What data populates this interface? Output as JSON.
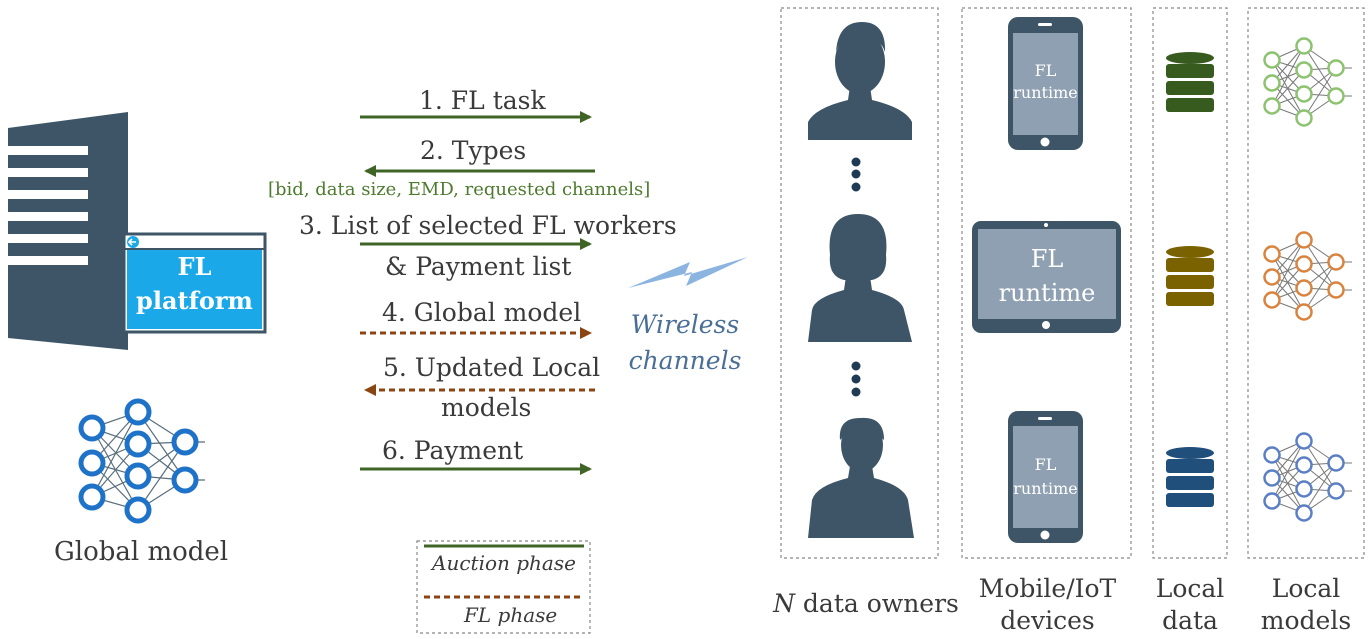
{
  "server": {
    "platform_label_line1": "FL",
    "platform_label_line2": "platform",
    "global_model_label": "Global model"
  },
  "messages": {
    "m1": "1. FL task",
    "m2": "2. Types",
    "m2_detail": "[bid, data size, EMD, requested channels]",
    "m3_line1": "3. List of selected FL workers",
    "m3_line2": "& Payment list",
    "m4": "4. Global model",
    "m5_line1": "5. Updated Local",
    "m5_line2": "models",
    "m6": "6. Payment"
  },
  "wireless": {
    "line1": "Wireless",
    "line2": "channels"
  },
  "legend": {
    "auction": "Auction phase",
    "fl": "FL phase"
  },
  "devices": {
    "phone_top_line1": "FL",
    "phone_top_line2": "runtime",
    "tablet_line1": "FL",
    "tablet_line2": "runtime",
    "phone_bottom_line1": "FL",
    "phone_bottom_line2": "runtime"
  },
  "columns": {
    "owners_prefix": "N",
    "owners_rest": " data owners",
    "devices_line1": "Mobile/IoT",
    "devices_line2": "devices",
    "data_line1": "Local",
    "data_line2": "data",
    "models_line1": "Local",
    "models_line2": "models"
  },
  "colors": {
    "auction_arrow": "#3f6526",
    "fl_arrow": "#8b4513",
    "server": "#3d5566",
    "platform": "#1ba8e8",
    "person": "#3d5566",
    "device_frame": "#3d5566",
    "device_screen": "#8fa0b2",
    "db_green": "#375a1e",
    "db_olive": "#7a6200",
    "db_blue": "#1f4f7a",
    "nn_green": "#8dc26f",
    "nn_orange": "#d9843e",
    "nn_blue": "#5b7fc4",
    "nn_global": "#1e73c9",
    "wireless_bolt": "#8cb4e0"
  }
}
